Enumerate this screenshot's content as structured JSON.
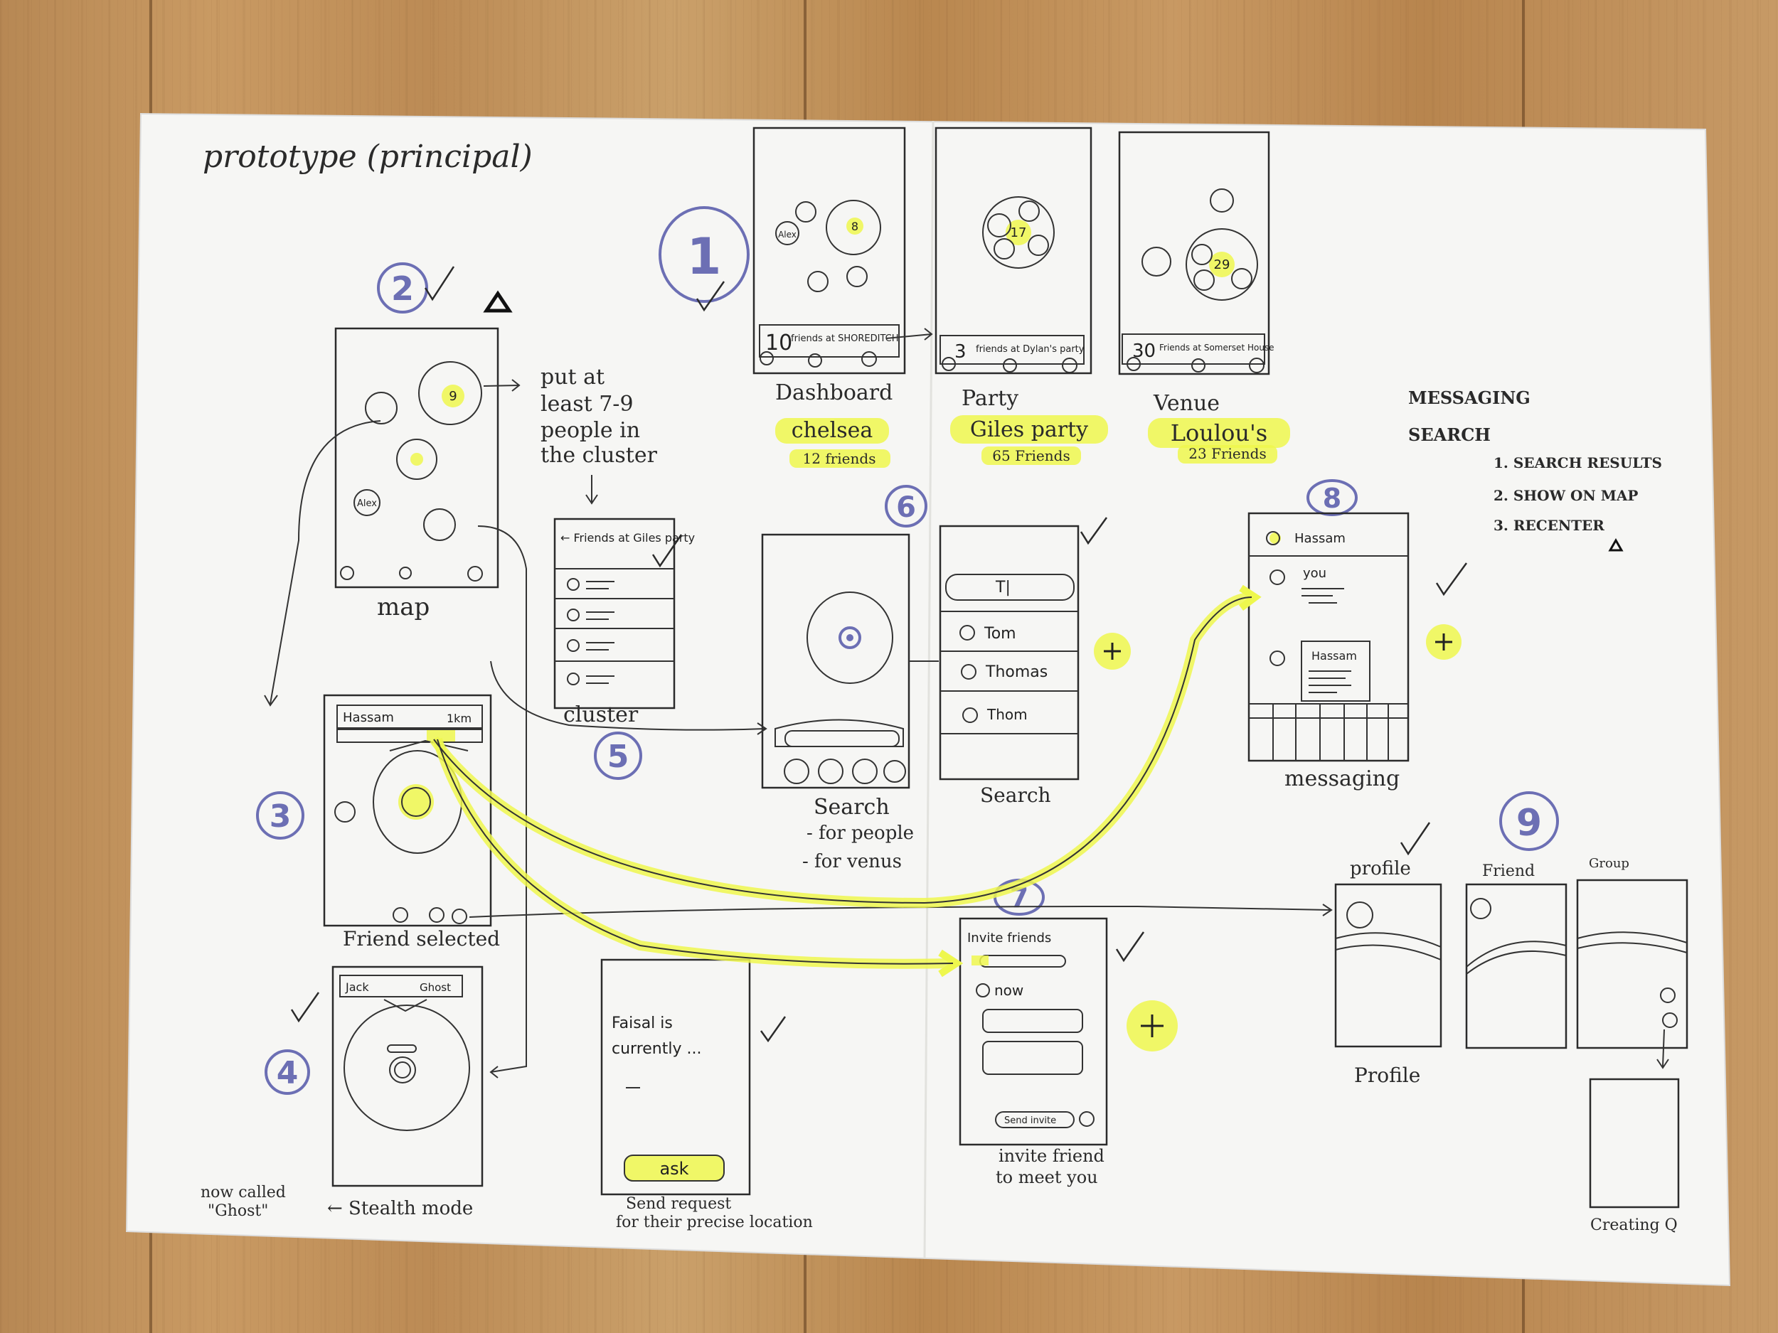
{
  "title": "prototype (principal)",
  "markers": {
    "n1": "1",
    "n2": "2",
    "n3": "3",
    "n4": "4",
    "n5": "5",
    "n6": "6",
    "n7": "7",
    "n8": "8",
    "n9": "9"
  },
  "screens": {
    "dashboard": {
      "caption": "Dashboard",
      "alex": "Alex",
      "cluster_count": "8",
      "banner_num": "10",
      "banner_text": "friends at SHOREDITCH",
      "area": "chelsea",
      "area_count": "12 friends"
    },
    "party": {
      "caption": "Party",
      "cluster_count": "17",
      "banner_num": "3",
      "banner_text": "friends at Dylan's party",
      "area": "Giles party",
      "area_count": "65 Friends"
    },
    "venue": {
      "caption": "Venue",
      "cluster_count": "29",
      "banner_num": "30",
      "banner_text": "Friends at Somerset House",
      "area": "Loulou's",
      "area_count": "23 Friends"
    },
    "map": {
      "caption": "map",
      "alex": "Alex",
      "cluster_count": "9",
      "note": [
        "put at",
        "least 7-9",
        "people in",
        "the cluster"
      ]
    },
    "cluster": {
      "caption": "cluster",
      "header": "← Friends at Giles party"
    },
    "search_venues": {
      "caption": "Search",
      "notes": [
        "- for people",
        "- for venus"
      ]
    },
    "search_people": {
      "caption": "Search",
      "query": "T|",
      "results": [
        "Tom",
        "Thomas",
        "Thom"
      ]
    },
    "messaging": {
      "caption": "messaging",
      "sender": "Hassam",
      "you": "you",
      "reply_name": "Hassam"
    },
    "friend_selected": {
      "caption": "Friend selected",
      "name": "Hassam",
      "distance": "1km"
    },
    "stealth": {
      "caption": "← Stealth mode",
      "name": "Jack",
      "status": "Ghost",
      "note": [
        "now called",
        "\"Ghost\""
      ]
    },
    "request": {
      "text": [
        "Faisal is",
        "currently ..."
      ],
      "button": "ask",
      "caption": [
        "Send request",
        "for their precise location"
      ]
    },
    "invite": {
      "header": "Invite friends",
      "option": "now",
      "send": "Send invite",
      "caption": [
        "invite friend",
        "to meet you"
      ]
    },
    "profiles": {
      "profile_label": "profile",
      "friend_label": "Friend",
      "group_label": "Group",
      "caption": "Profile",
      "create_caption": "Creating Q"
    }
  },
  "notes": {
    "messaging": "MESSAGING",
    "search": "SEARCH",
    "items": [
      "1. SEARCH RESULTS",
      "2. SHOW ON MAP",
      "3. RECENTER"
    ]
  },
  "colors": {
    "highlight": "#eef74d",
    "ink": "#2b2b2b",
    "marker_blue": "#6c6fb4",
    "paper": "#f6f6f4"
  }
}
